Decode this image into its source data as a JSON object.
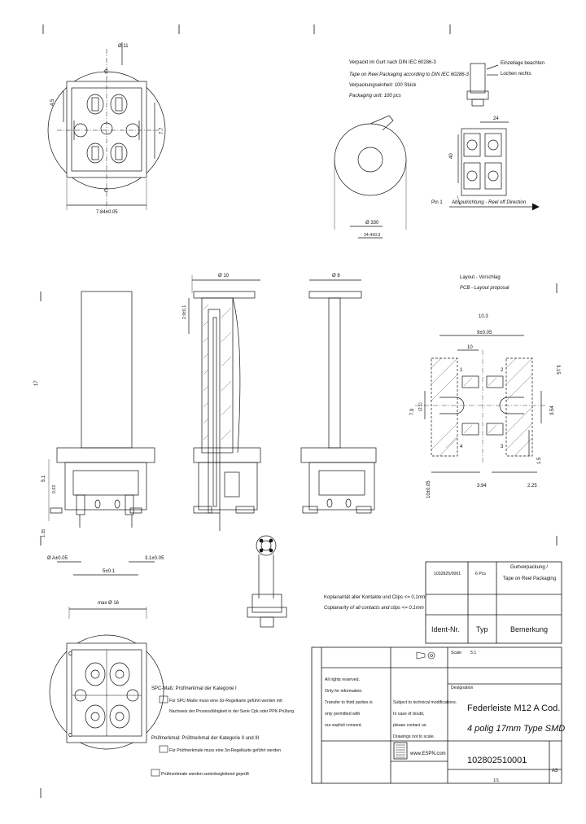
{
  "packaging": {
    "line1": "Verpackt im Gurt nach DIN IEC 60286-3",
    "line2": "Tape on Reel Packaging according to DIN IEC 60286-3",
    "line3": "Verpackungseinheit: 100 Stück",
    "line4": "Packaging unit: 100 pcs",
    "reel_dim1": "Ø 330",
    "reel_dim2": "24.4±0.3"
  },
  "insertion": {
    "line1": "Einzellage beachten",
    "line2": "Lochen rechts"
  },
  "tape": {
    "pin_label": "Pin 1",
    "direction": "Abspulrichtung - Reel off Direction",
    "pitch": "24",
    "height": "40"
  },
  "top_view": {
    "dim_top": "Ø 11",
    "dim_left": "4.5",
    "dim_right": "7.7",
    "dim_bottom": "7.84±0.05",
    "letter_c": "C"
  },
  "side_views": {
    "height_dim": "17",
    "dim_a": "Ø 10",
    "dim_b": "Ø 8",
    "dim_c": "1.35",
    "dim_d": "Ø A±0.05",
    "dim_e": "3.1±0.05",
    "dim_f": "5±0.1",
    "dim_g": "5.1",
    "dim_h": "0.03",
    "dim_i": "2.9±0.1"
  },
  "layout": {
    "title_de": "Layout - Vorschlag",
    "title_en": "PCB - Layout proposal",
    "dim_top": "10.3",
    "dim_9": "9±0.05",
    "dim_10": "10",
    "dim_79": "7.9",
    "dim_21": "(2.1)",
    "dim_354": "3.54",
    "dim_15": "1.5",
    "dim_10b": "10±0.05",
    "dim_315": "3.15",
    "dim_394": "3.94",
    "dim_225": "2.25",
    "pins": [
      "1",
      "2",
      "3",
      "4"
    ]
  },
  "coplanarity": {
    "de": "Koplanarität aller Kontakte und Clips <= 0,1mm",
    "en": "Coplanarity of all contacts and clips <= 0.1mm"
  },
  "bottom_view": {
    "dim": "max Ø 16",
    "letter_c": "C"
  },
  "notes": {
    "spc_head": "SPC-Maß: Prüfmerkmal der Kategorie I",
    "spc_line1": "Für SPC-Maße muss eine 3σ-Regelkarte geführt werden mit",
    "spc_line2": "Nachweis der Prozessfähigkeit in der Serie Cpk oder PPK-Prüfung",
    "p2_head": "Prüfmerkmal: Prüfmerkmal der Kategorie II und III",
    "p2_line1": "Für Prüfmerkmale muss eine 3σ-Regelkarte geführt werden",
    "p3_line1": "Prüfmerkmale werden serienbegleitend geprüft"
  },
  "parts_table": {
    "row1": {
      "ident": "1032825/0001",
      "qty": "6 Pcs",
      "remark1": "Gurtverpackung /",
      "remark2": "Tape on Reel Packaging"
    },
    "head": {
      "ident": "Ident-Nr.",
      "typ": "Typ",
      "remark": "Bemerkung"
    }
  },
  "title_block": {
    "title_small": "Designation",
    "name1": "Federleiste M12 A Cod.",
    "name2": "4 polig 17mm Type SMD",
    "part_no": "102802510001",
    "scale_label": "Scale",
    "scale": "5:1",
    "brand": "www.ESPN.com",
    "size": "A3",
    "sheet": "1/1",
    "note_left1": "All rights reserved.",
    "note_left2": "Only for information.",
    "note_left3": "Transfer to third parties is",
    "note_left4": "only permitted with",
    "note_left5": "our explicit consent.",
    "note_mid1": "Subject to technical modifications.",
    "note_mid2": "In case of doubt,",
    "note_mid3": "please contact us.",
    "note_mid4": "Drawings not to scale."
  }
}
